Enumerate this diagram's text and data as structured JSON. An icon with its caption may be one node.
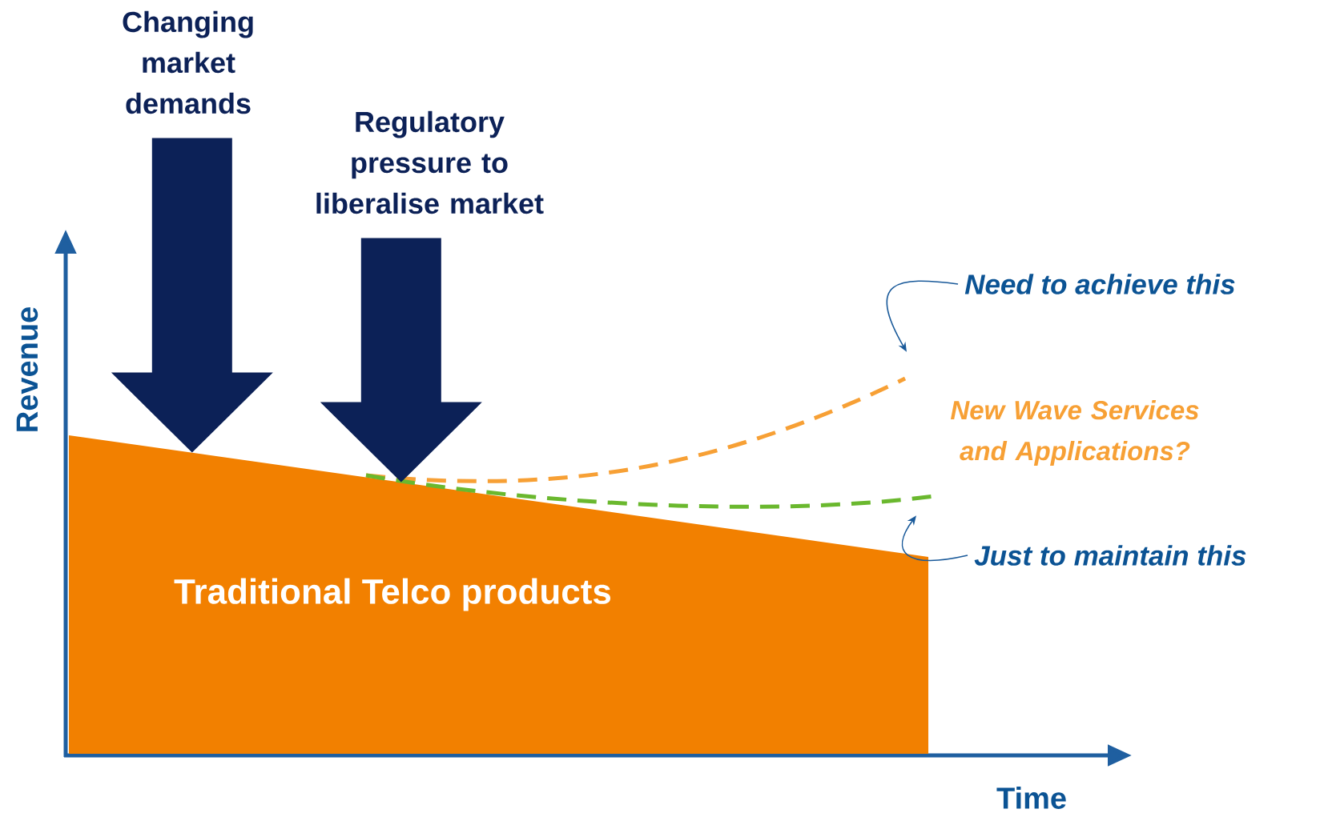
{
  "diagram": {
    "nodes": [
      {
        "text": [
          "Changing market demands"
        ]
      },
      {
        "text": [
          "Regulatory pressure to liberalise market"
        ]
      },
      {
        "text": [
          "Traditional Telco products"
        ]
      },
      {
        "text": [
          "Need to achieve this"
        ]
      },
      {
        "text": [],
        "shape": "curve"
      },
      {
        "text": [
          "Just to maintain this"
        ]
      },
      {
        "text": [],
        "shape": "curve"
      }
    ],
    "edges": [
      {
        "from": 0,
        "to": 2,
        "arrow": "to",
        "style": "thick",
        "color": "#0c2157"
      },
      {
        "from": 1,
        "to": 2,
        "arrow": "to",
        "style": "thick",
        "color": "#0c2157"
      },
      {
        "from": 3,
        "to": 4,
        "arrow": "to",
        "color": "#1a5a9a"
      },
      {
        "from": 5,
        "to": 6,
        "arrow": "to",
        "color": "#1a5a9a"
      }
    ],
    "labels": [
      "Revenue",
      "Time",
      "New Wave Services and Applications?"
    ]
  }
}
